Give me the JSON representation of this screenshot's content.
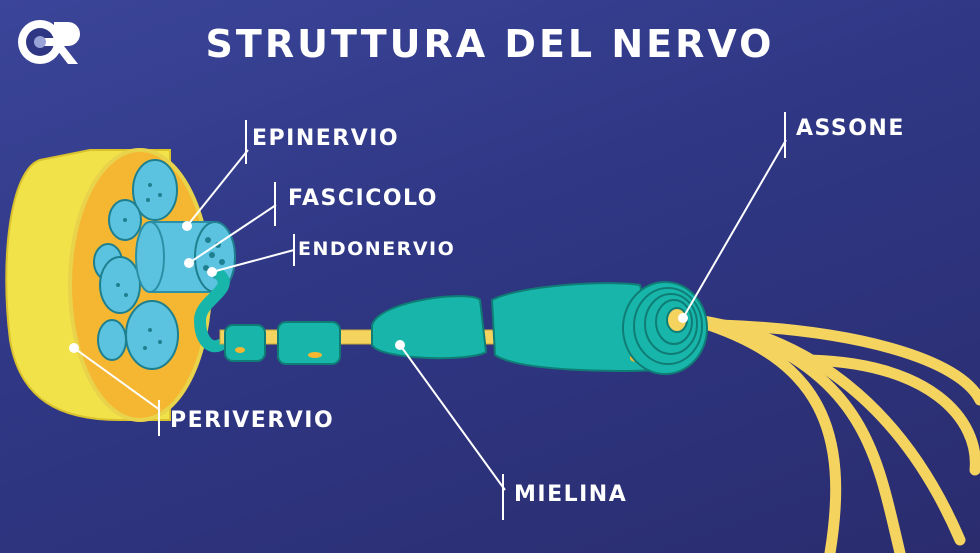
{
  "title": "STRUTTURA DEL NERVO",
  "labels": {
    "epinervio": "EPINERVIO",
    "fascicolo": "FASCICOLO",
    "endonervio": "ENDONERVIO",
    "assone": "ASSONE",
    "perivervio": "PERIVERVIO",
    "mielina": "MIELINA"
  },
  "colors": {
    "background": "#2f3784",
    "outer_sheath": "#f2e24a",
    "fat_tissue": "#f5b731",
    "fascicle": "#5bc3e0",
    "myelin": "#18b6aa",
    "axon": "#f4d35e"
  },
  "icons": {
    "logo": "gr-logo-icon"
  }
}
